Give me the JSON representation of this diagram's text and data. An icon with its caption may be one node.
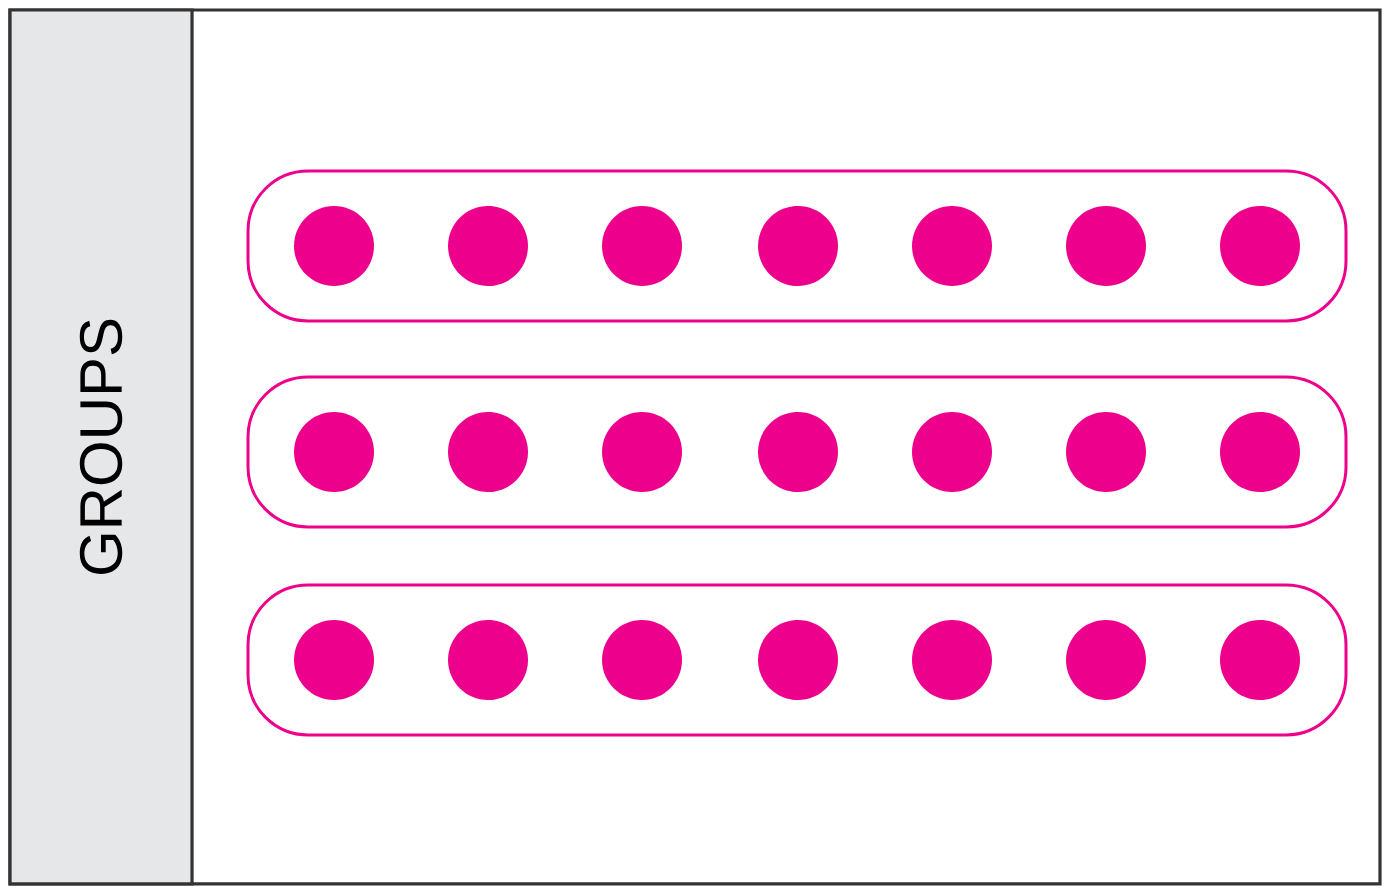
{
  "diagram": {
    "nodes": [
      {
        "text": [
          "GROUPS"
        ]
      },
      {
        "text": [],
        "shape": "box"
      },
      {
        "text": [],
        "shape": "circle",
        "in": 1
      },
      {
        "text": [],
        "shape": "circle",
        "in": 1
      },
      {
        "text": [],
        "shape": "circle",
        "in": 1
      },
      {
        "text": [],
        "shape": "circle",
        "in": 1
      },
      {
        "text": [],
        "shape": "circle",
        "in": 1
      },
      {
        "text": [],
        "shape": "circle",
        "in": 1
      },
      {
        "text": [],
        "shape": "circle",
        "in": 1
      },
      {
        "text": [],
        "shape": "box"
      },
      {
        "text": [],
        "shape": "circle",
        "in": 9
      },
      {
        "text": [],
        "shape": "circle",
        "in": 9
      },
      {
        "text": [],
        "shape": "circle",
        "in": 9
      },
      {
        "text": [],
        "shape": "circle",
        "in": 9
      },
      {
        "text": [],
        "shape": "circle",
        "in": 9
      },
      {
        "text": [],
        "shape": "circle",
        "in": 9
      },
      {
        "text": [],
        "shape": "circle",
        "in": 9
      },
      {
        "text": [],
        "shape": "box"
      },
      {
        "text": [],
        "shape": "circle",
        "in": 17
      },
      {
        "text": [],
        "shape": "circle",
        "in": 17
      },
      {
        "text": [],
        "shape": "circle",
        "in": 17
      },
      {
        "text": [],
        "shape": "circle",
        "in": 17
      },
      {
        "text": [],
        "shape": "circle",
        "in": 17
      },
      {
        "text": [],
        "shape": "circle",
        "in": 17
      },
      {
        "text": [],
        "shape": "circle",
        "in": 17
      }
    ]
  }
}
